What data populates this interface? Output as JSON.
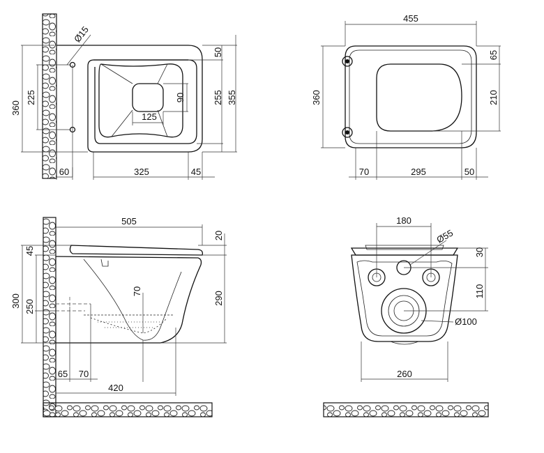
{
  "top_view": {
    "width_label": "360",
    "bolt_span_label": "225",
    "hole_label": "Ø15",
    "top_offset_label": "50",
    "bowl_height_label": "255",
    "total_height_label": "355",
    "inner_height_label": "90",
    "inner_width_label": "125",
    "wall_offset_label": "60",
    "length_label": "325",
    "front_label": "45"
  },
  "seat_view": {
    "total_length_label": "455",
    "height_label": "360",
    "top_gap_label": "65",
    "seat_height_label": "210",
    "rear_label": "70",
    "seat_length_label": "295",
    "front_label": "50"
  },
  "side_view": {
    "length_label": "505",
    "seat_thickness_label": "20",
    "top_label": "45",
    "height_label": "300",
    "outlet_height_label": "250",
    "water_depth_label": "70",
    "body_height_label": "290",
    "wall_gap_label": "65",
    "outlet_label": "70",
    "depth_label": "420"
  },
  "rear_view": {
    "span_label": "180",
    "inlet_label": "Ø55",
    "top_label": "30",
    "center_label": "110",
    "outlet_dia_label": "Ø100",
    "width_label": "260"
  }
}
